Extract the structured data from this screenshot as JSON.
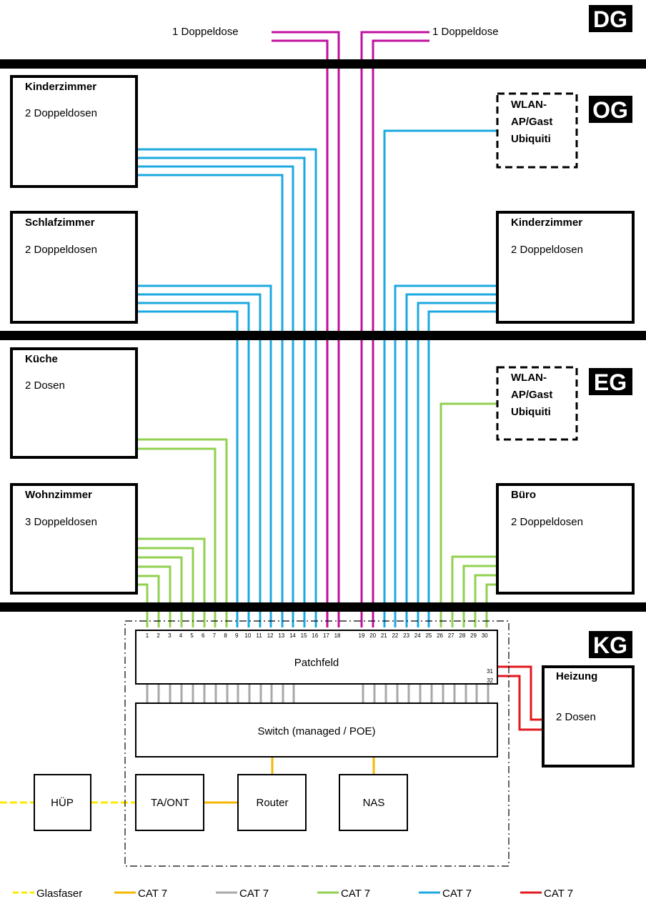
{
  "colors": {
    "glasfaser": "#FFE800",
    "cat7_orange": "#F5B800",
    "cat7_gray": "#A8A8A8",
    "cat7_green": "#92D050",
    "cat7_blue": "#1CA8E0",
    "cat7_red": "#E0191E",
    "magenta": "#C0129E",
    "floor_bar": "#000000"
  },
  "floors": {
    "dg": "DG",
    "og": "OG",
    "eg": "EG",
    "kg": "KG"
  },
  "dg": {
    "left_outlet": "1 Doppeldose",
    "right_outlet": "1 Doppeldose"
  },
  "rooms": {
    "og_kinderzimmer_left": {
      "name": "Kinderzimmer",
      "outlets": "2 Doppeldosen"
    },
    "og_schlafzimmer": {
      "name": "Schlafzimmer",
      "outlets": "2 Doppeldosen"
    },
    "og_kinderzimmer_right": {
      "name": "Kinderzimmer",
      "outlets": "2 Doppeldosen"
    },
    "eg_kueche": {
      "name": "Küche",
      "outlets": "2 Dosen"
    },
    "eg_wohnzimmer": {
      "name": "Wohnzimmer",
      "outlets": "3 Doppeldosen"
    },
    "eg_buero": {
      "name": "Büro",
      "outlets": "2 Doppeldosen"
    },
    "kg_heizung": {
      "name": "Heizung",
      "outlets": "2 Dosen"
    }
  },
  "wlan_og": {
    "line1": "WLAN-",
    "line2": "AP/Gast",
    "line3": "Ubiquiti"
  },
  "wlan_eg": {
    "line1": "WLAN-",
    "line2": "AP/Gast",
    "line3": "Ubiquiti"
  },
  "devices": {
    "patchfeld": "Patchfeld",
    "switch": "Switch (managed / POE)",
    "hup": "HÜP",
    "ta_ont": "TA/ONT",
    "router": "Router",
    "nas": "NAS"
  },
  "ports": {
    "p1": "1",
    "p2": "2",
    "p3": "3",
    "p4": "4",
    "p5": "5",
    "p6": "6",
    "p7": "7",
    "p8": "8",
    "p9": "9",
    "p10": "10",
    "p11": "11",
    "p12": "12",
    "p13": "13",
    "p14": "14",
    "p15": "15",
    "p16": "16",
    "p17": "17",
    "p18": "18",
    "p19": "19",
    "p20": "20",
    "p21": "21",
    "p22": "22",
    "p23": "23",
    "p24": "24",
    "p25": "25",
    "p26": "26",
    "p27": "27",
    "p28": "28",
    "p29": "29",
    "p30": "30",
    "p31": "31",
    "p32": "32"
  },
  "legend": {
    "glasfaser": "Glasfaser",
    "cat7_orange": "CAT 7",
    "cat7_gray": "CAT 7",
    "cat7_green": "CAT 7",
    "cat7_blue": "CAT 7",
    "cat7_red": "CAT 7"
  }
}
